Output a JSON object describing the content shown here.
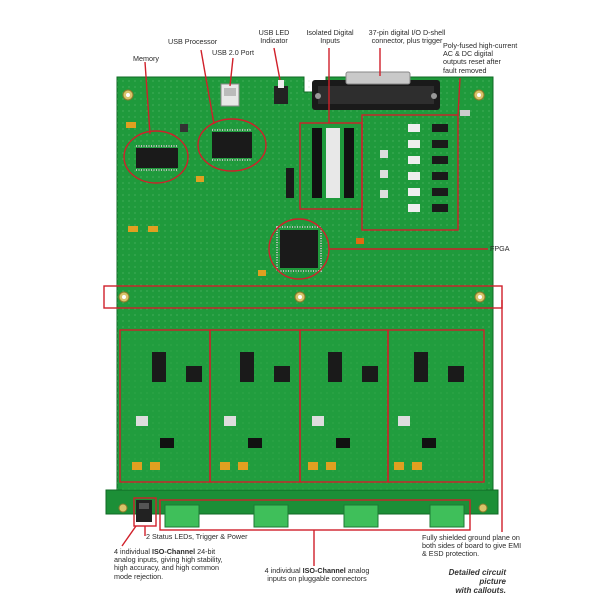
{
  "callouts": {
    "memory": "Memory",
    "usb_processor": "USB Processor",
    "usb_port": "USB 2.0 Port",
    "usb_led_1": "USB LED",
    "usb_led_2": "Indicator",
    "iso_digital_1": "Isolated Digital",
    "iso_digital_2": "Inputs",
    "dshell_1": "37-pin digital I/O D-shell",
    "dshell_2": "connector, plus trigger",
    "polyfused_1": "Poly-fused high-current",
    "polyfused_2": "AC & DC digital",
    "polyfused_3": "outputs reset after",
    "polyfused_4": "fault removed",
    "fpga": "FPGA",
    "status_leds": "2 Status LEDs, Trigger & Power",
    "analog_inputs_a": "4 individual ",
    "analog_inputs_b": "ISO-Channel",
    "analog_inputs_c": " 24-bit",
    "analog_inputs_2": "analog inputs, giving high stability,",
    "analog_inputs_3": "high accuracy, and high common",
    "analog_inputs_4": "mode rejection.",
    "pluggable_a": "4 individual ",
    "pluggable_b": "ISO-Channel",
    "pluggable_c": " analog",
    "pluggable_2": "inputs on pluggable connectors",
    "ground_1": "Fully shielded ground plane on",
    "ground_2": "both sides of board to give EMI",
    "ground_3": "& ESD protection.",
    "caption_1": "Detailed circuit picture",
    "caption_2": "with callouts."
  },
  "colors": {
    "board": "#1f9a3c",
    "board_dark": "#157a2c",
    "callout": "#d0202a",
    "connector": "#3fbf5a"
  }
}
